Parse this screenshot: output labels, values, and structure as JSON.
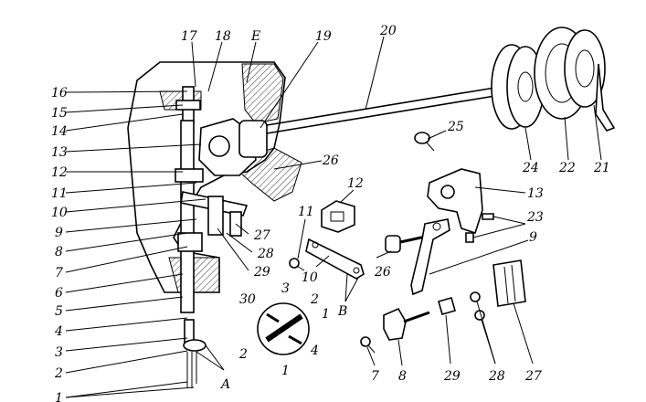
{
  "labels": {
    "l1": "1",
    "l2": "2",
    "l3": "3",
    "l4": "4",
    "l5": "5",
    "l6": "6",
    "l7": "7",
    "l8": "8",
    "l9": "9",
    "l10": "10",
    "l11": "11",
    "l12": "12",
    "l13": "13",
    "l14": "14",
    "l15": "15",
    "l16": "16",
    "t17": "17",
    "t18": "18",
    "tE": "E",
    "t19": "19",
    "t20": "20",
    "r25": "25",
    "r26a": "26",
    "r12": "12",
    "r13": "13",
    "r11": "11",
    "r23": "23",
    "r10": "10",
    "r9": "9",
    "r26b": "26",
    "rB": "B",
    "r24": "24",
    "r22": "22",
    "r21": "21",
    "c3": "3",
    "c2a": "2",
    "c30": "30",
    "c1a": "1",
    "c4": "4",
    "c2b": "2",
    "c1b": "1",
    "mA": "A",
    "m27": "27",
    "m28": "28",
    "m29": "29",
    "b7": "7",
    "b8": "8",
    "b29": "29",
    "b28": "28",
    "b27": "27"
  }
}
